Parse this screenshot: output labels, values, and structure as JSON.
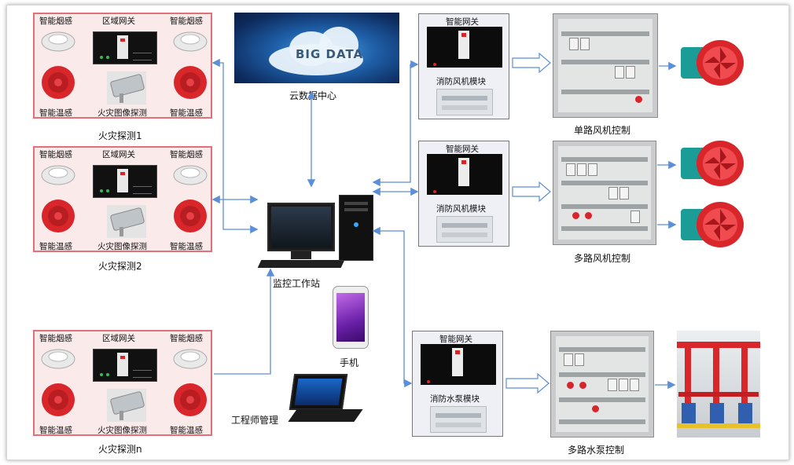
{
  "detection_panels": [
    {
      "caption": "火灾探测1",
      "smoke_left": "智能烟感",
      "gateway": "区域网关",
      "smoke_right": "智能烟感",
      "heat_left": "智能温感",
      "camera": "火灾图像探测",
      "heat_right": "智能温感"
    },
    {
      "caption": "火灾探测2",
      "smoke_left": "智能烟感",
      "gateway": "区域网关",
      "smoke_right": "智能烟感",
      "heat_left": "智能温感",
      "camera": "火灾图像探测",
      "heat_right": "智能温感"
    },
    {
      "caption": "火灾探测n",
      "smoke_left": "智能烟感",
      "gateway": "区域网关",
      "smoke_right": "智能烟感",
      "heat_left": "智能温感",
      "camera": "火灾图像探测",
      "heat_right": "智能温感"
    }
  ],
  "cloud": {
    "image_text": "BIG DATA",
    "caption": "云数据中心"
  },
  "workstation": {
    "caption": "监控工作站"
  },
  "phone": {
    "caption": "手机"
  },
  "engineer": {
    "caption": "工程师管理"
  },
  "gateways": [
    {
      "title": "智能网关",
      "module": "消防风机模块"
    },
    {
      "title": "智能网关",
      "module": "消防风机模块"
    },
    {
      "title": "智能网关",
      "module": "消防水泵模块"
    }
  ],
  "controls": [
    {
      "caption": "单路风机控制"
    },
    {
      "caption": "多路风机控制"
    },
    {
      "caption": "多路水泵控制"
    }
  ],
  "colors": {
    "panel_border": "#e36f78",
    "arrow": "#5b8fd6",
    "fan_red": "#d8262b",
    "fan_teal": "#1c9c96"
  }
}
